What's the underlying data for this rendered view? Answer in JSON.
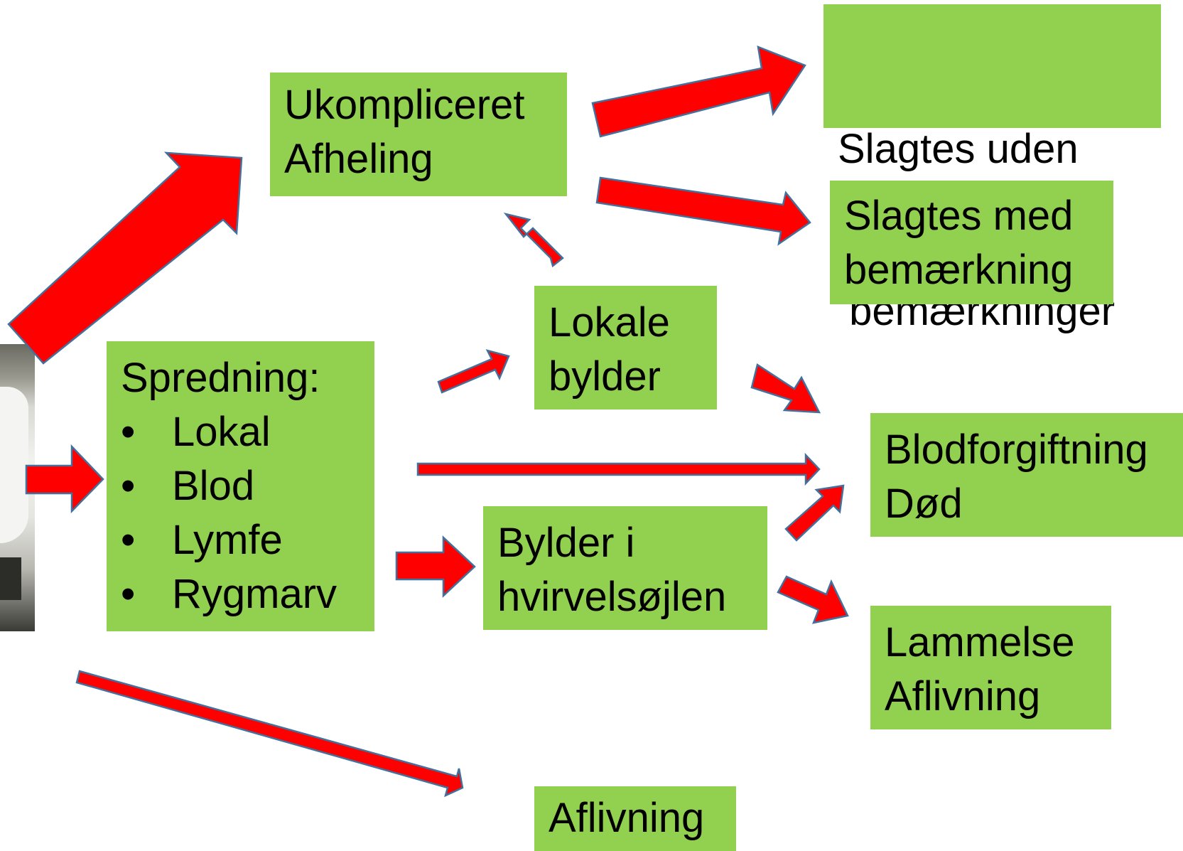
{
  "nodes": {
    "ukompliceret": [
      "Ukompliceret",
      "Afheling"
    ],
    "slagtes_uden": [
      "Slagtes uden",
      " bemærkninger"
    ],
    "slagtes_med": [
      "Slagtes med",
      "bemærkning"
    ],
    "lokale": [
      "Lokale",
      "bylder"
    ],
    "spredning_title": "Spredning:",
    "spredning_items": [
      "Lokal",
      "Blod",
      "Lymfe",
      "Rygmarv"
    ],
    "blodforgiftning": [
      "Blodforgiftning",
      "Død"
    ],
    "bylder": [
      "Bylder i",
      "hvirvelsøjlen"
    ],
    "lammelse": [
      "Lammelse",
      "Aflivning"
    ],
    "aflivning": "Aflivning"
  },
  "bullet_glyph": "•",
  "colors": {
    "box_fill": "#92d050",
    "arrow_fill": "#ff0000",
    "arrow_outline": "#41719c"
  }
}
